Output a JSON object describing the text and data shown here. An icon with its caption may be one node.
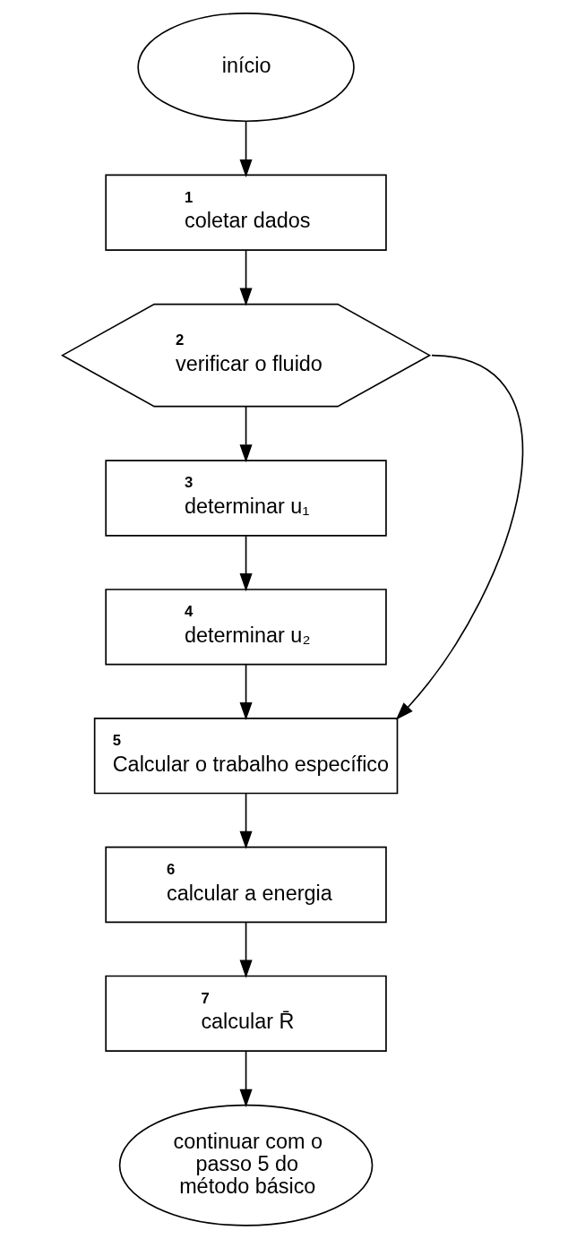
{
  "diagram": {
    "nodes": [
      {
        "text": [
          "início"
        ]
      },
      {
        "text": [
          "1",
          "coletar dados"
        ]
      },
      {
        "text": [
          "2",
          "verificar o fluido"
        ]
      },
      {
        "text": [
          "3",
          "determinar u₁"
        ]
      },
      {
        "text": [
          "4",
          "determinar u₂"
        ]
      },
      {
        "text": [
          "5",
          "Calcular o trabalho específico"
        ]
      },
      {
        "text": [
          "6",
          "calcular a energia"
        ]
      },
      {
        "text": [
          "7",
          "calcular R̄"
        ]
      },
      {
        "text": [
          "continuar com o passo 5 do método básico"
        ]
      }
    ],
    "edges": [
      {
        "from": 0,
        "to": 1,
        "arrow": "to"
      },
      {
        "from": 1,
        "to": 2,
        "arrow": "to"
      },
      {
        "from": 2,
        "to": 3,
        "arrow": "to"
      },
      {
        "from": 3,
        "to": 4,
        "arrow": "to"
      },
      {
        "from": 4,
        "to": 5,
        "arrow": "to"
      },
      {
        "from": 2,
        "to": 5,
        "arrow": "to"
      },
      {
        "from": 5,
        "to": 6,
        "arrow": "to"
      },
      {
        "from": 6,
        "to": 7,
        "arrow": "to"
      },
      {
        "from": 7,
        "to": 8,
        "arrow": "to"
      }
    ]
  }
}
